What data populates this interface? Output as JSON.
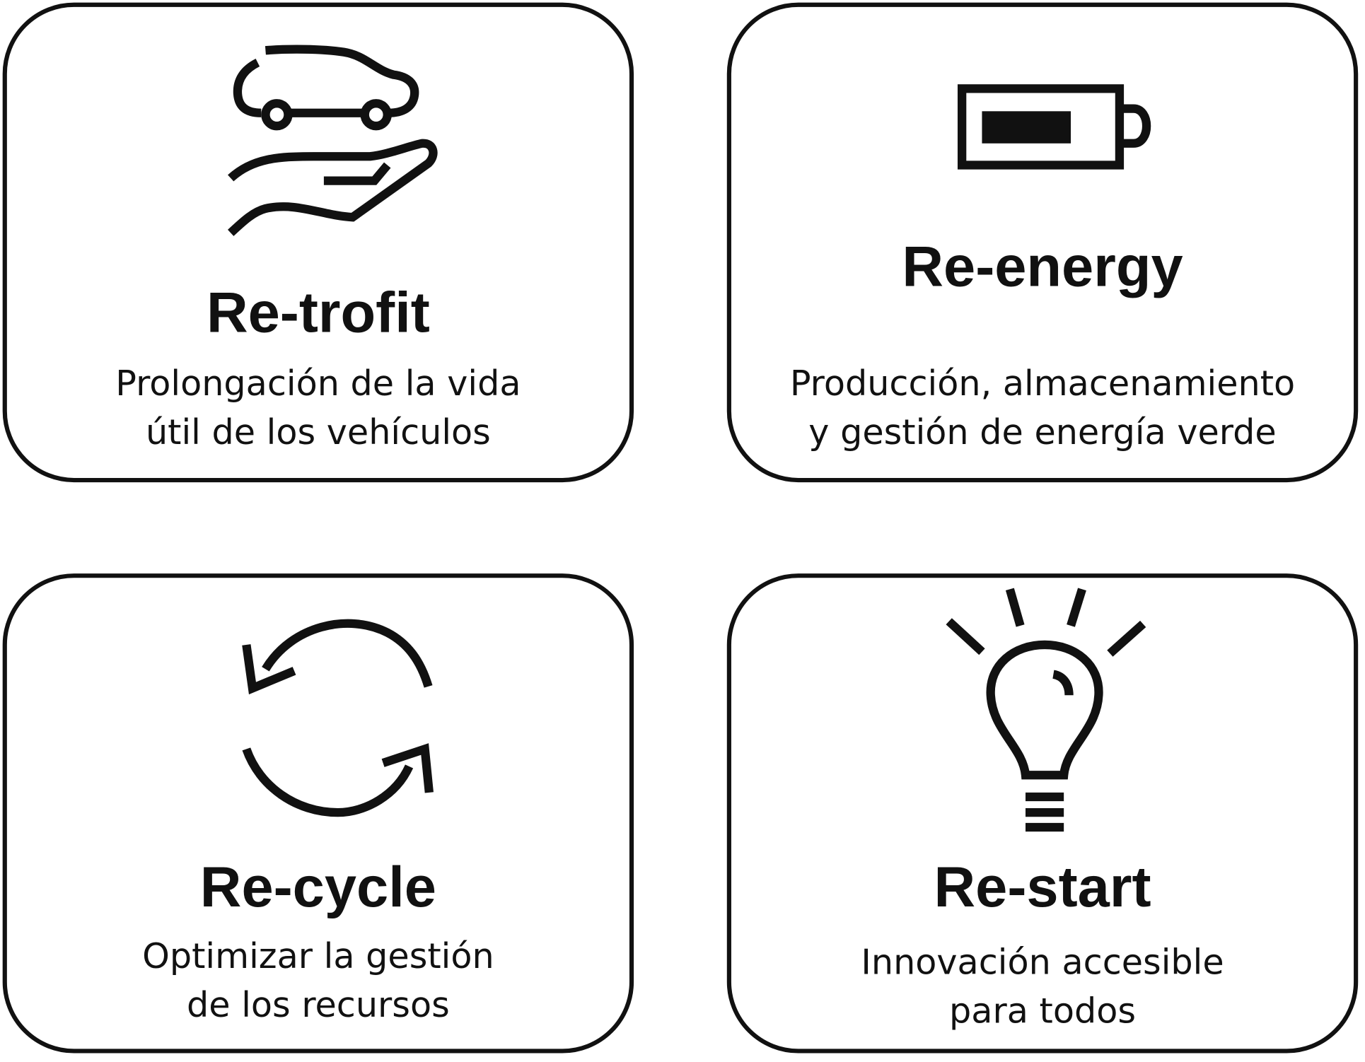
{
  "cards": [
    {
      "title": "Re-trofit",
      "desc1": "Prolongación de la vida",
      "desc2": "útil de los vehículos",
      "icon": "car-in-hand-icon"
    },
    {
      "title": "Re-energy",
      "desc1": "Producción, almacenamiento",
      "desc2": "y gestión de energía verde",
      "icon": "battery-icon"
    },
    {
      "title": "Re-cycle",
      "desc1": "Optimizar la gestión",
      "desc2": "de los recursos",
      "icon": "recycle-arrows-icon"
    },
    {
      "title": "Re-start",
      "desc1": "Innovación accesible",
      "desc2": "para todos",
      "icon": "light-bulb-icon"
    }
  ],
  "colors": {
    "ink": "#111111",
    "background": "#ffffff"
  }
}
